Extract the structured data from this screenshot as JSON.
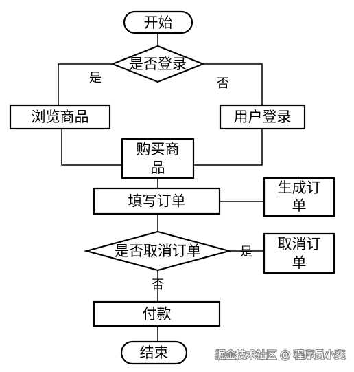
{
  "nodes": {
    "start": "开始",
    "login_check": "是否登录",
    "browse": "浏览商品",
    "user_login": "用户登录",
    "buy_line1": "购买商",
    "buy_line2": "品",
    "fill_order": "填写订单",
    "create_line1": "生成订",
    "create_line2": "单",
    "cancel_check": "是否取消订单",
    "cancel_line1": "取消订",
    "cancel_line2": "单",
    "pay": "付款",
    "end": "结束"
  },
  "edges": {
    "login_yes": "是",
    "login_no": "否",
    "cancel_yes": "是",
    "cancel_no": "否"
  },
  "watermark": "掘金技术社区 @ 程序员小奕"
}
